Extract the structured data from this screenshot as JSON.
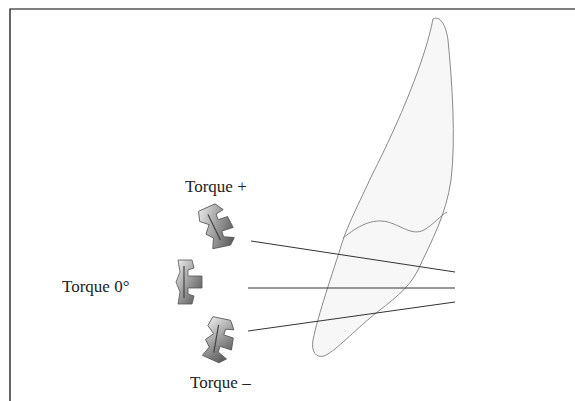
{
  "diagram": {
    "labels": [
      "Torque +",
      "Torque 0°",
      "Torque –"
    ]
  }
}
